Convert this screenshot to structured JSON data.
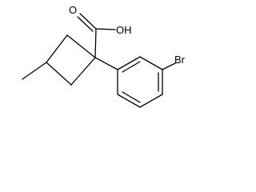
{
  "molecule": {
    "atoms": {
      "carbonyl_o": "O",
      "hydroxyl": "OH",
      "bromine": "Br"
    }
  }
}
